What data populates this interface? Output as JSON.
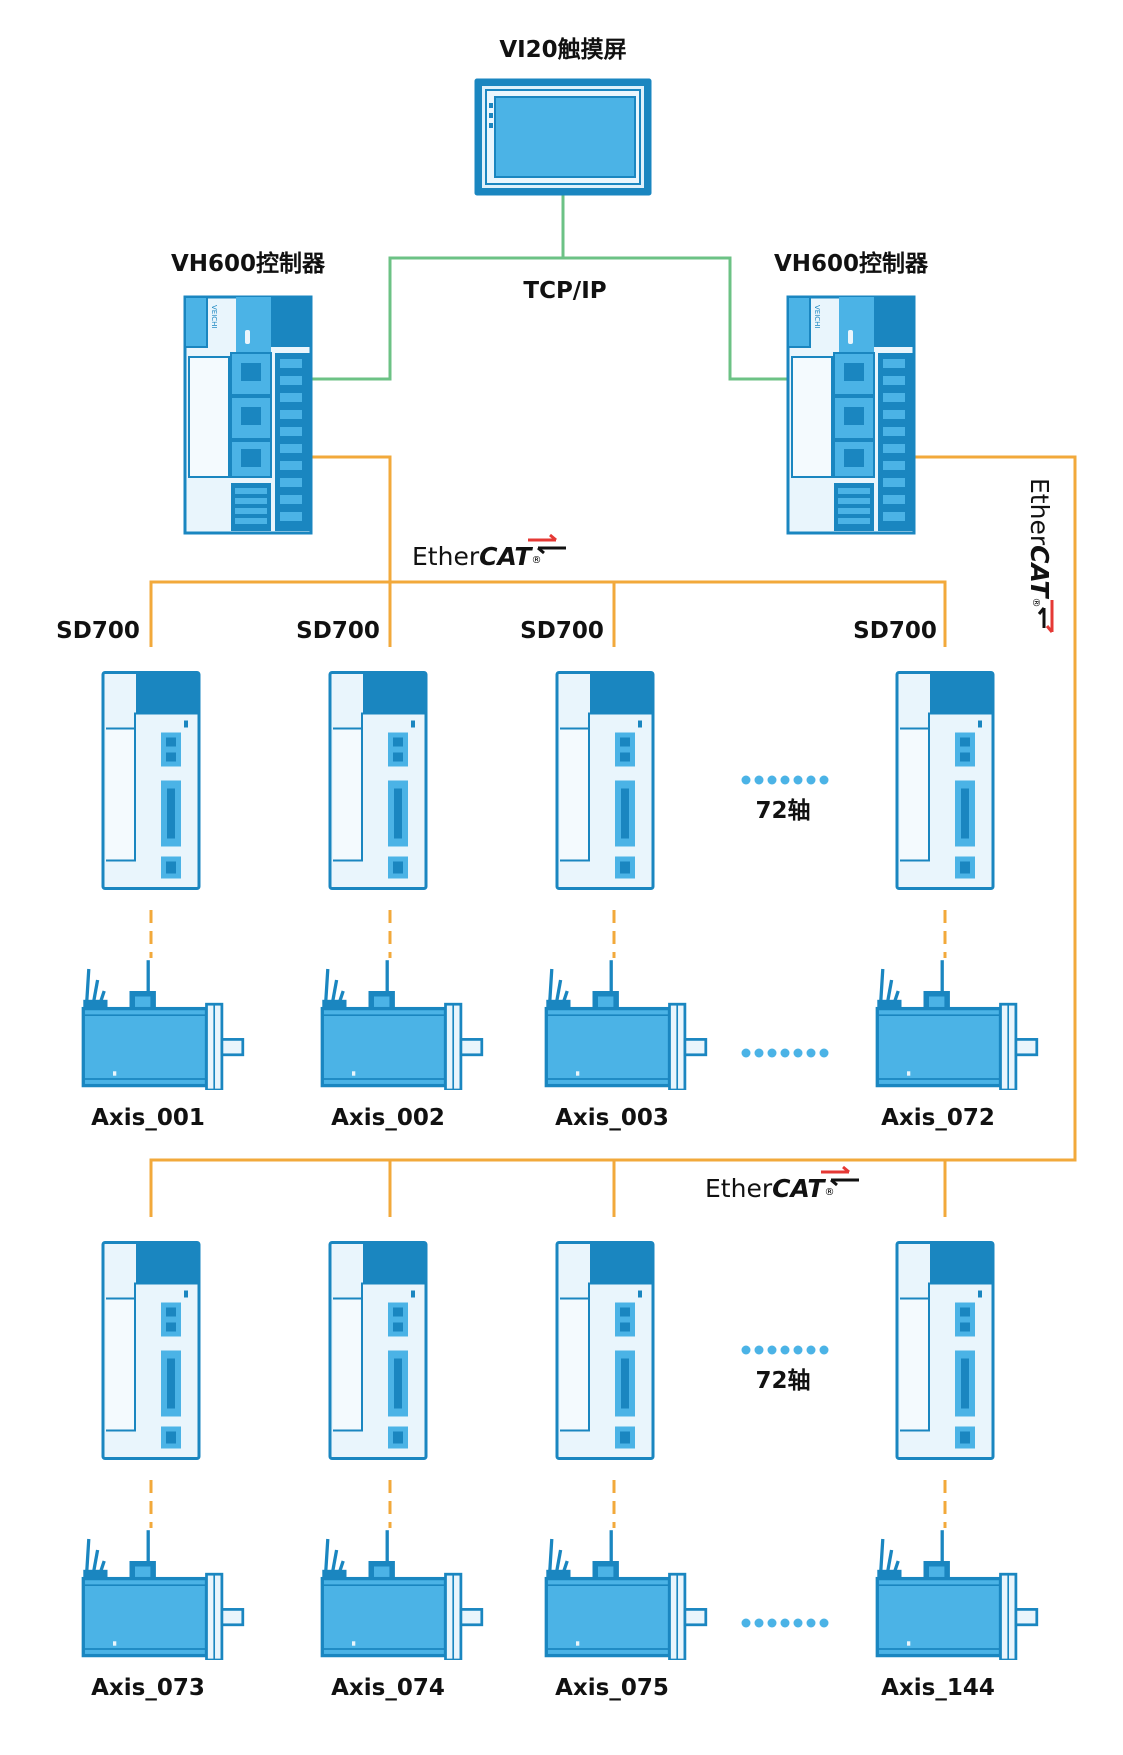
{
  "title": "VI20触摸屏",
  "network_label": "TCP/IP",
  "controllers": [
    {
      "label": "VH600控制器",
      "brand": "VEICHI"
    },
    {
      "label": "VH600控制器",
      "brand": "VEICHI"
    }
  ],
  "ethercat": {
    "word1": "Ether",
    "word2": "CAT",
    "reg": "®"
  },
  "drive_label": "SD700",
  "group_count_label": "72轴",
  "group1_axes": [
    "Axis_001",
    "Axis_002",
    "Axis_003",
    "Axis_072"
  ],
  "group2_axes": [
    "Axis_073",
    "Axis_074",
    "Axis_075",
    "Axis_144"
  ],
  "colors": {
    "tcp": "#6cc285",
    "ethercat": "#f2a93b",
    "dark_blue": "#1a86c0",
    "light_blue": "#4bb3e6",
    "pale_blue": "#e9f5fc"
  }
}
